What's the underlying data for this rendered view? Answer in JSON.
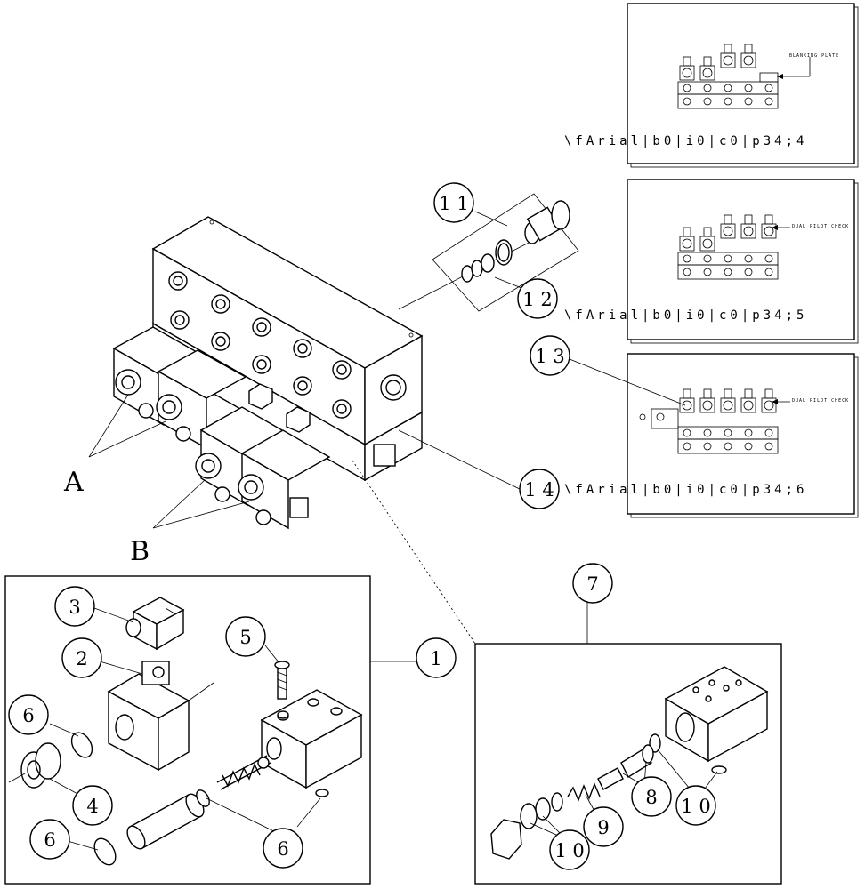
{
  "callouts": {
    "c11": "1 1",
    "c12": "1 2",
    "c13": "1 3",
    "c14": "1 4",
    "c1": "1",
    "c2": "2",
    "c3": "3",
    "c4": "4",
    "c5": "5",
    "c6a": "6",
    "c6b": "6",
    "c6c": "6",
    "c7": "7",
    "c8": "8",
    "c9": "9",
    "c10a": "1 0",
    "c10b": "1 0"
  },
  "letters": {
    "a": "A",
    "b": "B"
  },
  "insets": {
    "top_code": "\\fArial|b0|i0|c0|p34;4",
    "mid_code": "\\fArial|b0|i0|c0|p34;5",
    "bot_code": "\\fArial|b0|i0|c0|p34;6",
    "top_note": "BLANKING PLATE",
    "mid_note": "DUAL PILOT CHECK",
    "bot_note": "DUAL PILOT CHECK"
  }
}
